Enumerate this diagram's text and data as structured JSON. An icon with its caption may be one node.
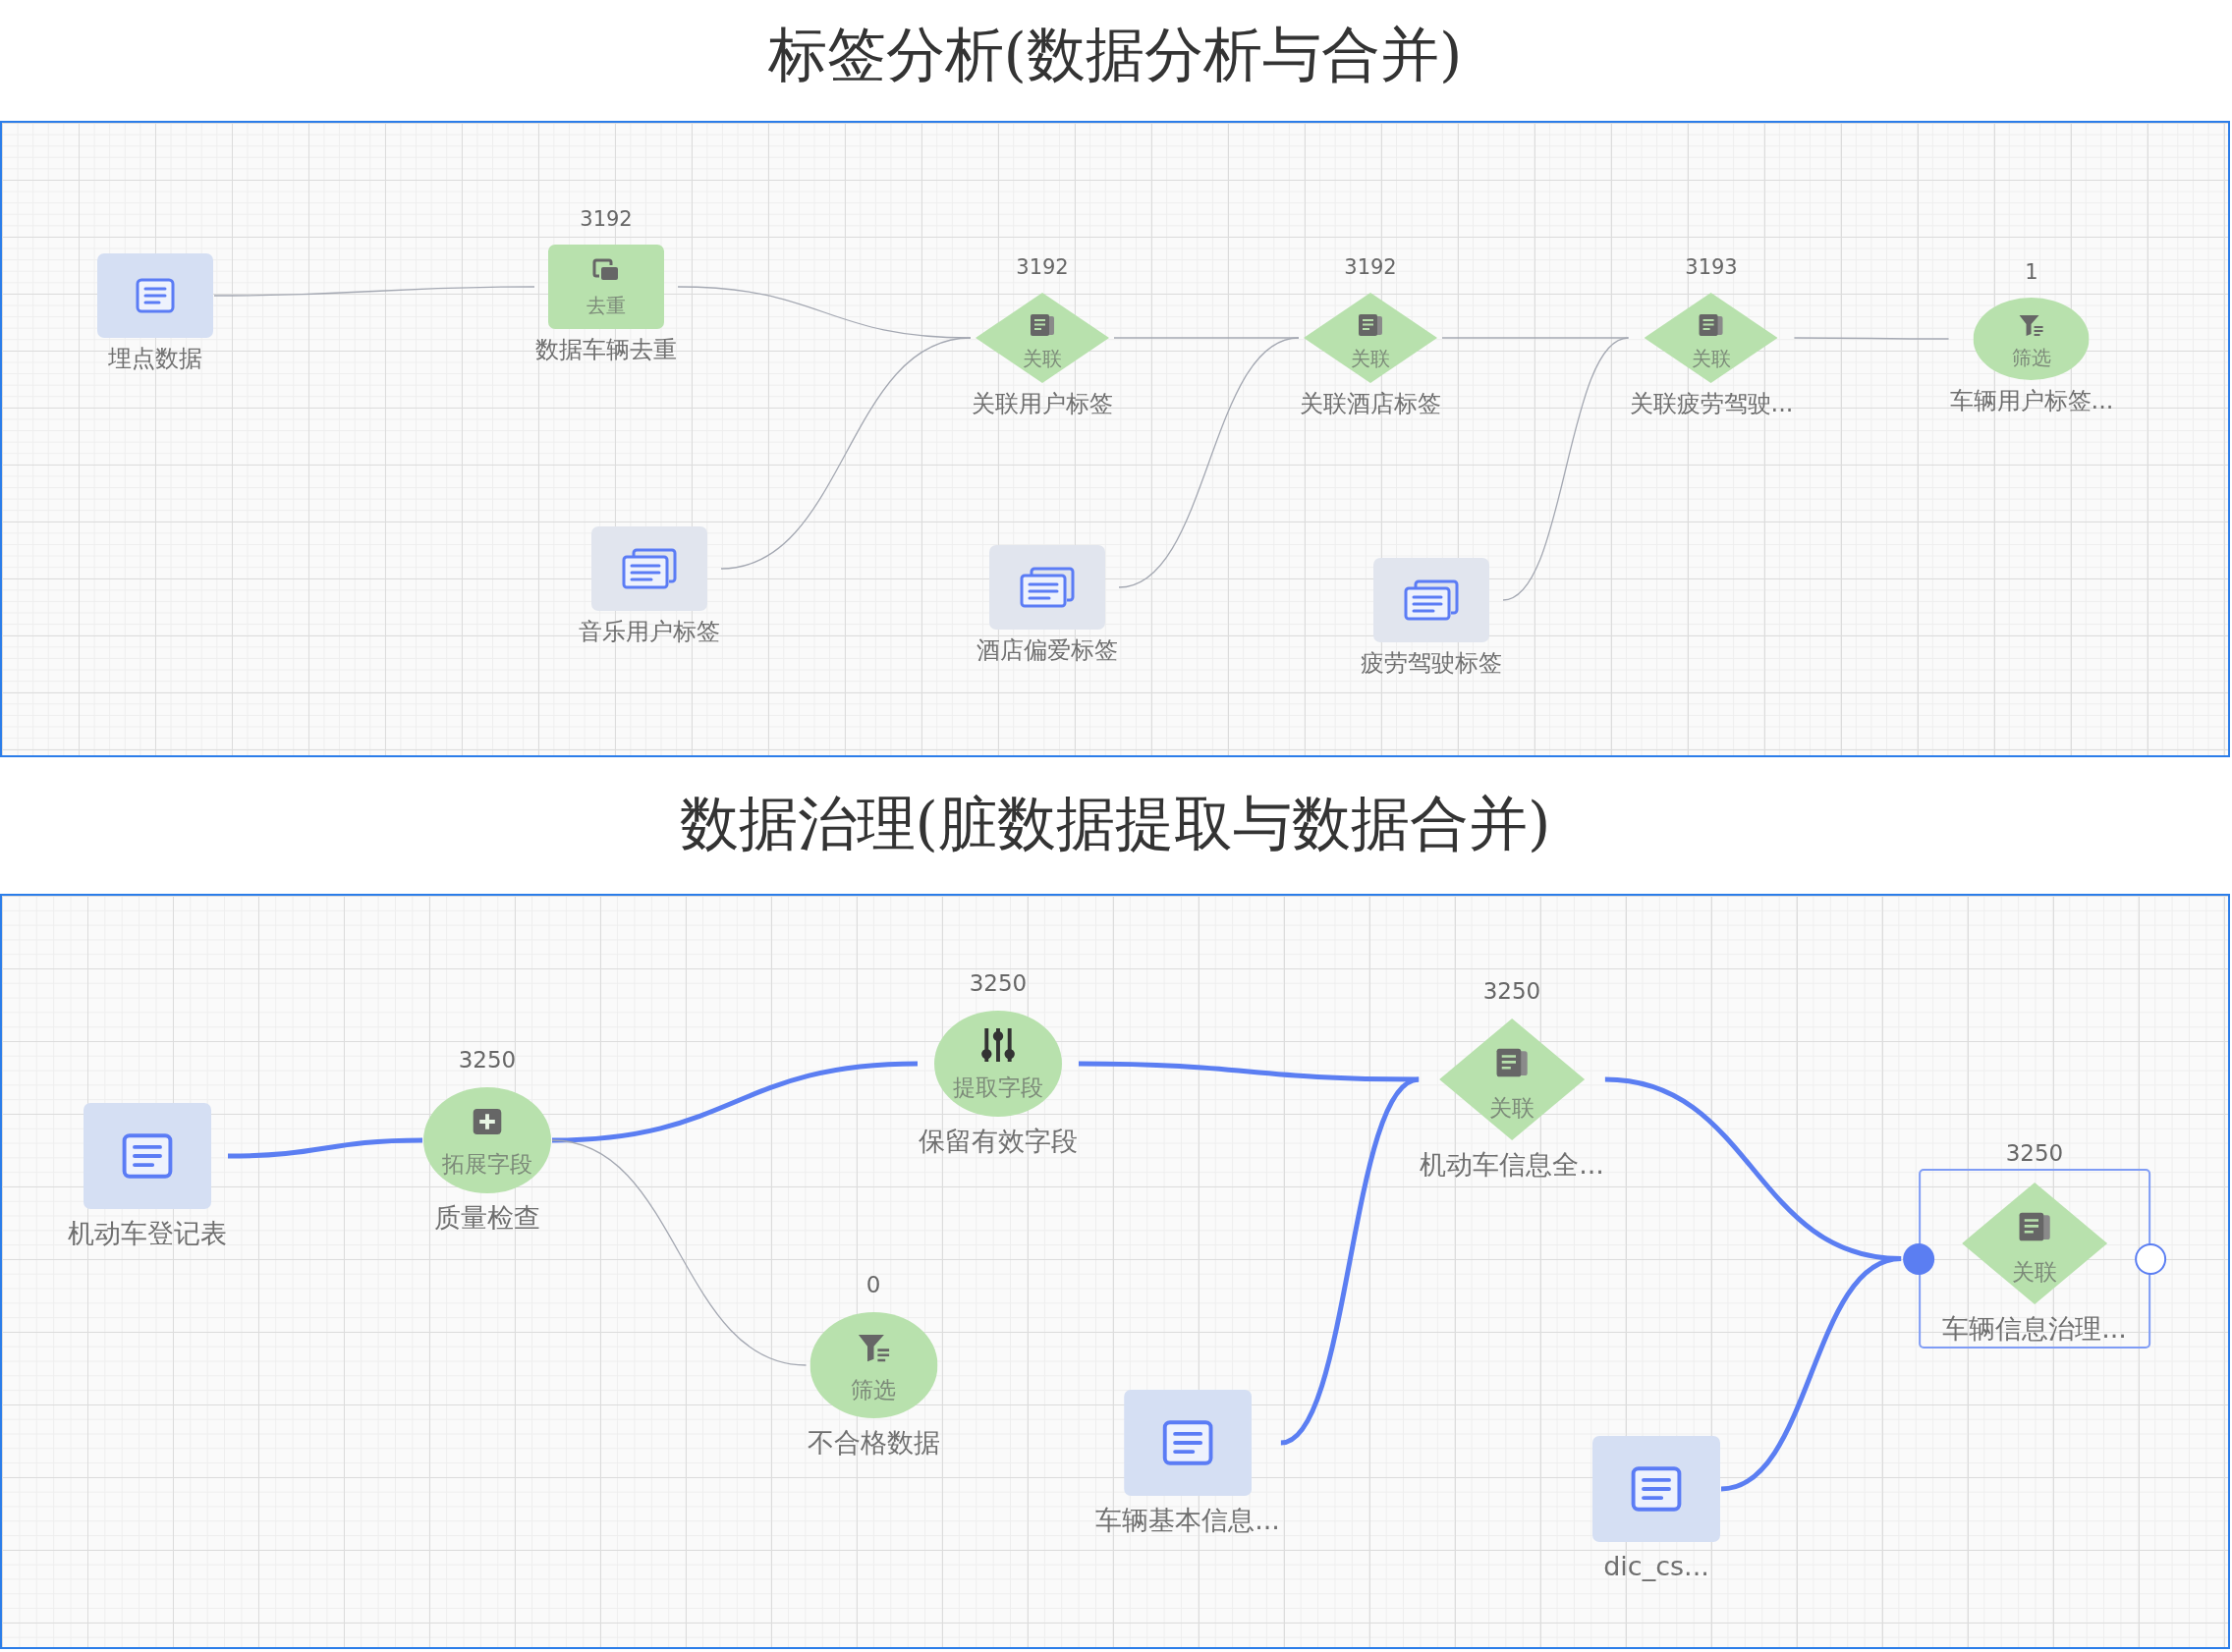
{
  "diagram": {
    "nodes": [
      {
        "text": [
          "标签分析(数据分析与合并)"
        ]
      },
      {
        "text": [
          "埋点数据"
        ],
        "in": 0
      },
      {
        "text": [
          "去重",
          "数据车辆去重"
        ],
        "in": 0,
        "beside": [
          "3192"
        ]
      },
      {
        "text": [
          "关联",
          "关联用户标签"
        ],
        "in": 0,
        "beside": [
          "3192"
        ]
      },
      {
        "text": [
          "关联",
          "关联酒店标签"
        ],
        "in": 0,
        "beside": [
          "3192"
        ]
      },
      {
        "text": [
          "关联",
          "关联疲劳驾驶..."
        ],
        "in": 0,
        "beside": [
          "3193"
        ]
      },
      {
        "text": [
          "筛选",
          "车辆用户标签..."
        ],
        "in": 0,
        "beside": [
          "1"
        ]
      },
      {
        "text": [
          "音乐用户标签"
        ],
        "in": 0
      },
      {
        "text": [
          "酒店偏爱标签"
        ],
        "in": 0
      },
      {
        "text": [
          "疲劳驾驶标签"
        ],
        "in": 0
      },
      {
        "text": [
          "数据治理(脏数据提取与数据合并)"
        ]
      },
      {
        "text": [
          "机动车登记表"
        ],
        "in": 10
      },
      {
        "text": [
          "拓展字段",
          "质量检查"
        ],
        "in": 10,
        "beside": [
          "3250"
        ]
      },
      {
        "text": [
          "提取字段",
          "保留有效字段"
        ],
        "in": 10,
        "beside": [
          "3250"
        ]
      },
      {
        "text": [
          "关联",
          "机动车信息全..."
        ],
        "in": 10,
        "beside": [
          "3250"
        ]
      },
      {
        "text": [
          "关联",
          "车辆信息治理..."
        ],
        "in": 10,
        "beside": [
          "3250"
        ]
      },
      {
        "text": [
          "筛选",
          "不合格数据"
        ],
        "in": 10,
        "beside": [
          "0"
        ]
      },
      {
        "text": [
          "车辆基本信息..."
        ],
        "in": 10
      },
      {
        "text": [
          "dic_cs..."
        ],
        "in": 10
      }
    ],
    "edges": [
      {
        "from": 1,
        "to": 2,
        "arrow": "none"
      },
      {
        "from": 2,
        "to": 3,
        "arrow": "none"
      },
      {
        "from": 7,
        "to": 3,
        "arrow": "none"
      },
      {
        "from": 3,
        "to": 4,
        "arrow": "none"
      },
      {
        "from": 8,
        "to": 4,
        "arrow": "none"
      },
      {
        "from": 4,
        "to": 5,
        "arrow": "none"
      },
      {
        "from": 9,
        "to": 5,
        "arrow": "none"
      },
      {
        "from": 5,
        "to": 6,
        "arrow": "none"
      },
      {
        "from": 11,
        "to": 12,
        "arrow": "none",
        "style": "thick",
        "color": "#5b7ef2"
      },
      {
        "from": 12,
        "to": 13,
        "arrow": "none",
        "style": "thick",
        "color": "#5b7ef2"
      },
      {
        "from": 12,
        "to": 16,
        "arrow": "none"
      },
      {
        "from": 13,
        "to": 14,
        "arrow": "none",
        "style": "thick",
        "color": "#5b7ef2"
      },
      {
        "from": 17,
        "to": 14,
        "arrow": "none",
        "style": "thick",
        "color": "#5b7ef2"
      },
      {
        "from": 14,
        "to": 15,
        "arrow": "none",
        "style": "thick",
        "color": "#5b7ef2"
      },
      {
        "from": 18,
        "to": 15,
        "arrow": "none",
        "style": "thick",
        "color": "#5b7ef2"
      }
    ]
  }
}
